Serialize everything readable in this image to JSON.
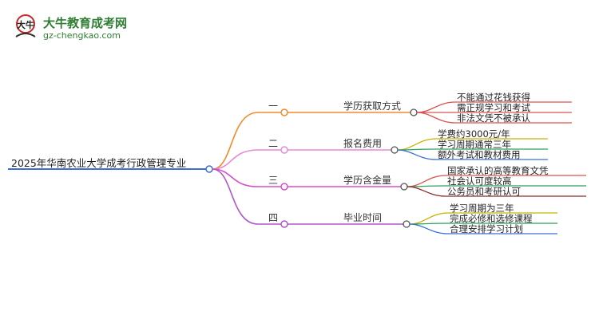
{
  "logo": {
    "title": "大牛教育成考网",
    "url": "gz-chengkao.com",
    "mark_text": "大牛"
  },
  "root": {
    "label": "2025年华南农业大学成考行政管理专业"
  },
  "branches": [
    {
      "num": "一",
      "label": "学历获取方式",
      "color": "#f08c2c",
      "leaves": [
        {
          "label": "不能通过花钱获得",
          "color": "#d9534f"
        },
        {
          "label": "需正规学习和考试",
          "color": "#d9534f"
        },
        {
          "label": "非法文凭不被承认",
          "color": "#d9534f"
        }
      ]
    },
    {
      "num": "二",
      "label": "报名费用",
      "color": "#e78ad6",
      "leaves": [
        {
          "label": "学费约3000元/年",
          "color": "#c8b400"
        },
        {
          "label": "学习周期通常三年",
          "color": "#2e9e5b"
        },
        {
          "label": "额外考试和教材费用",
          "color": "#3b6fd8"
        }
      ]
    },
    {
      "num": "三",
      "label": "学历含金量",
      "color": "#d64fc8",
      "leaves": [
        {
          "label": "国家承认的高等教育文凭",
          "color": "#d9534f"
        },
        {
          "label": "社会认可度较高",
          "color": "#2e9e5b"
        },
        {
          "label": "公务员和考研认可",
          "color": "#8b2c2c"
        }
      ]
    },
    {
      "num": "四",
      "label": "毕业时间",
      "color": "#b054c9",
      "leaves": [
        {
          "label": "学习周期为三年",
          "color": "#c8b400"
        },
        {
          "label": "完成必修和选修课程",
          "color": "#2e9e5b"
        },
        {
          "label": "合理安排学习计划",
          "color": "#3b6fd8"
        }
      ]
    }
  ]
}
